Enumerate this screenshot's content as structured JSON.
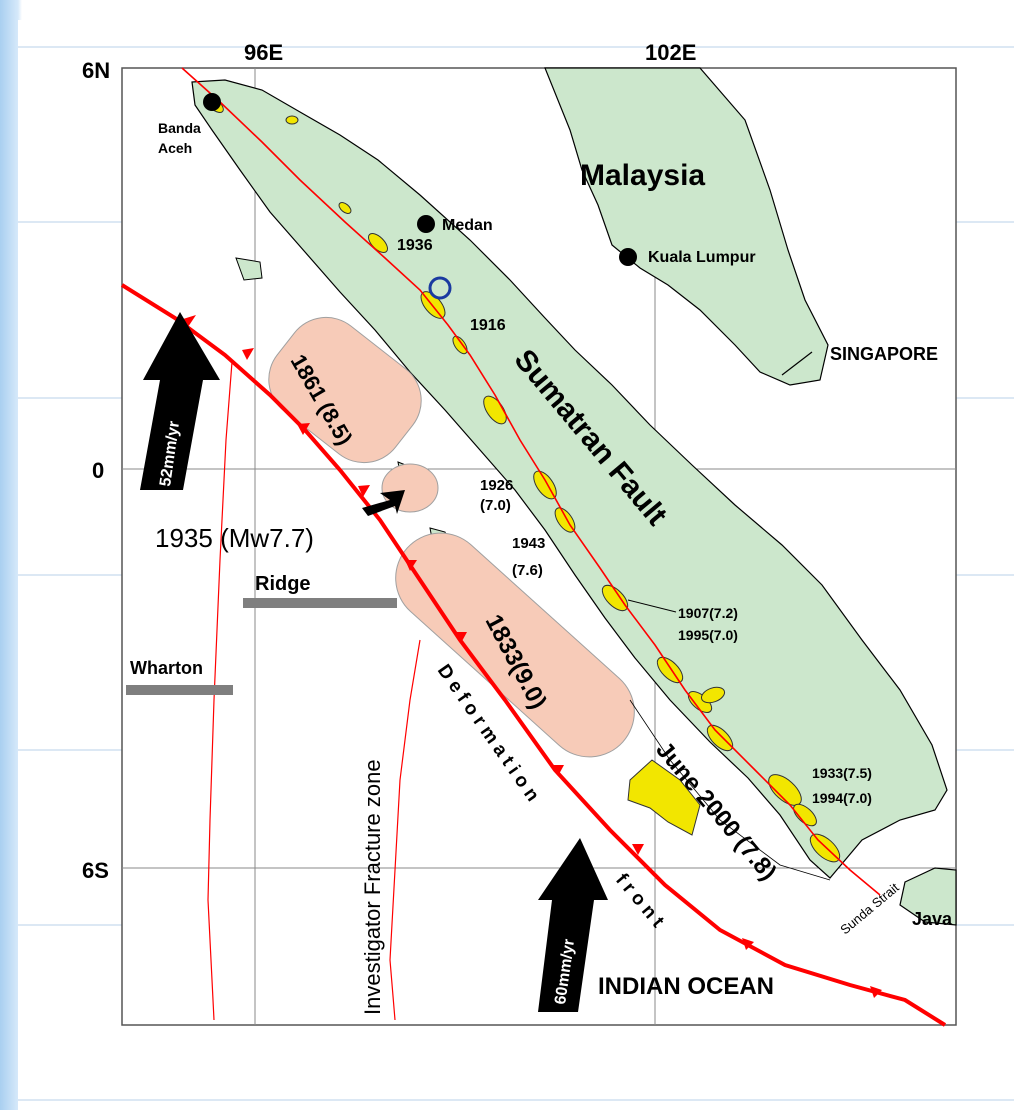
{
  "map": {
    "lat_labels": [
      "6N",
      "0",
      "6S"
    ],
    "lon_labels": [
      "96E",
      "102E"
    ],
    "places": {
      "banda_aceh_1": "Banda",
      "banda_aceh_2": "Aceh",
      "medan": "Medan",
      "kuala_lumpur": "Kuala Lumpur",
      "singapore": "SINGAPORE",
      "malaysia": "Malaysia",
      "java": "Java",
      "indian_ocean": "INDIAN OCEAN"
    },
    "features": {
      "sumatran_fault": "Sumatran Fault",
      "deformation_front_1": "Deformation",
      "deformation_front_2": "front",
      "investigator_fz": "Investigator Fracture zone",
      "wharton": "Wharton",
      "ridge": "Ridge",
      "sunda_strait": "Sunda Strait"
    },
    "events": {
      "e1936": "1936",
      "e1916": "1916",
      "e1926a": "1926",
      "e1926b": "(7.0)",
      "e1943a": "1943",
      "e1943b": "(7.6)",
      "e1907": "1907(7.2)",
      "e1995": "1995(7.0)",
      "e1933": "1933(7.5)",
      "e1994": "1994(7.0)",
      "e1935": "1935 (Mw7.7)",
      "e1861": "1861 (8.5)",
      "e1833": "1833(9.0)",
      "e2000": "June 2000 (7.8)"
    },
    "plate_rates": [
      "52mm/yr",
      "60mm/yr"
    ],
    "colors": {
      "land": "#cce7cc",
      "rupture": "#f7cbb8",
      "quake": "#f2e600",
      "fault": "#ff0000"
    }
  }
}
